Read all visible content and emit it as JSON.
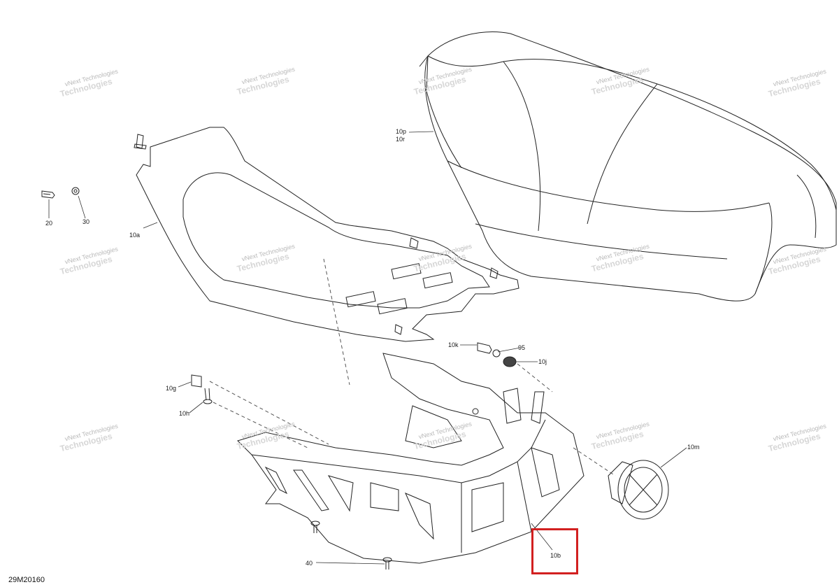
{
  "drawing_code": "29M20160",
  "watermark": {
    "line1": "vNext",
    "line2": "Technologies",
    "line1_alt": "vNext Technologies"
  },
  "callouts": {
    "c_10p": "10p",
    "c_10r": "10r",
    "c_10a": "10a",
    "c_20": "20",
    "c_30": "30",
    "c_10k": "10k",
    "c_95": "95",
    "c_10j": "10j",
    "c_10g": "10g",
    "c_10h": "10h",
    "c_10m": "10m",
    "c_40": "40",
    "c_10b": "10b"
  },
  "highlight": {
    "label": "10b",
    "color": "#d22020"
  }
}
